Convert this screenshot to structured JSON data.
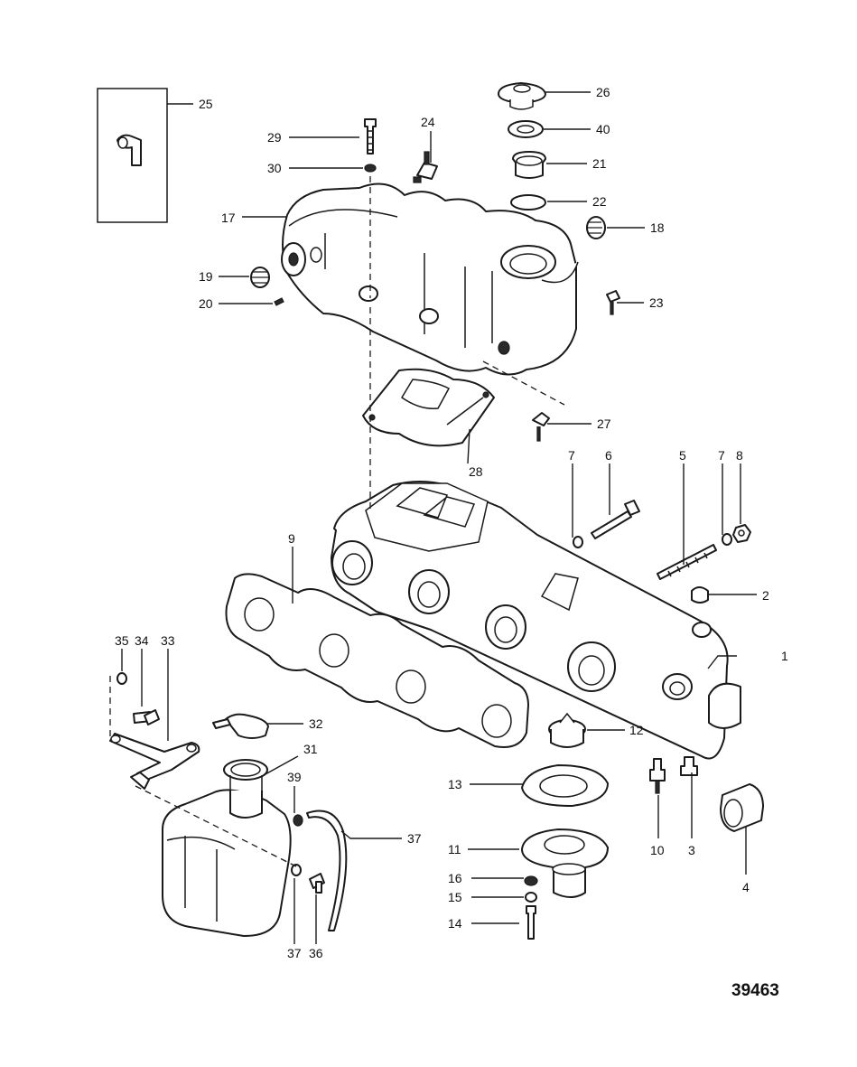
{
  "figure_number": "39463",
  "callouts": [
    {
      "id": "1",
      "label": "1"
    },
    {
      "id": "2",
      "label": "2"
    },
    {
      "id": "3",
      "label": "3"
    },
    {
      "id": "4",
      "label": "4"
    },
    {
      "id": "5",
      "label": "5"
    },
    {
      "id": "6",
      "label": "6"
    },
    {
      "id": "7a",
      "label": "7"
    },
    {
      "id": "7b",
      "label": "7"
    },
    {
      "id": "8",
      "label": "8"
    },
    {
      "id": "9",
      "label": "9"
    },
    {
      "id": "10",
      "label": "10"
    },
    {
      "id": "11",
      "label": "11"
    },
    {
      "id": "12",
      "label": "12"
    },
    {
      "id": "13",
      "label": "13"
    },
    {
      "id": "14",
      "label": "14"
    },
    {
      "id": "15",
      "label": "15"
    },
    {
      "id": "16",
      "label": "16"
    },
    {
      "id": "17",
      "label": "17"
    },
    {
      "id": "18",
      "label": "18"
    },
    {
      "id": "19",
      "label": "19"
    },
    {
      "id": "20",
      "label": "20"
    },
    {
      "id": "21",
      "label": "21"
    },
    {
      "id": "22",
      "label": "22"
    },
    {
      "id": "23",
      "label": "23"
    },
    {
      "id": "24",
      "label": "24"
    },
    {
      "id": "25",
      "label": "25"
    },
    {
      "id": "26",
      "label": "26"
    },
    {
      "id": "27",
      "label": "27"
    },
    {
      "id": "28",
      "label": "28"
    },
    {
      "id": "29",
      "label": "29"
    },
    {
      "id": "30",
      "label": "30"
    },
    {
      "id": "31",
      "label": "31"
    },
    {
      "id": "32",
      "label": "32"
    },
    {
      "id": "33",
      "label": "33"
    },
    {
      "id": "34",
      "label": "34"
    },
    {
      "id": "35",
      "label": "35"
    },
    {
      "id": "36",
      "label": "36"
    },
    {
      "id": "37a",
      "label": "37"
    },
    {
      "id": "37b",
      "label": "37"
    },
    {
      "id": "39",
      "label": "39"
    },
    {
      "id": "40",
      "label": "40"
    }
  ]
}
